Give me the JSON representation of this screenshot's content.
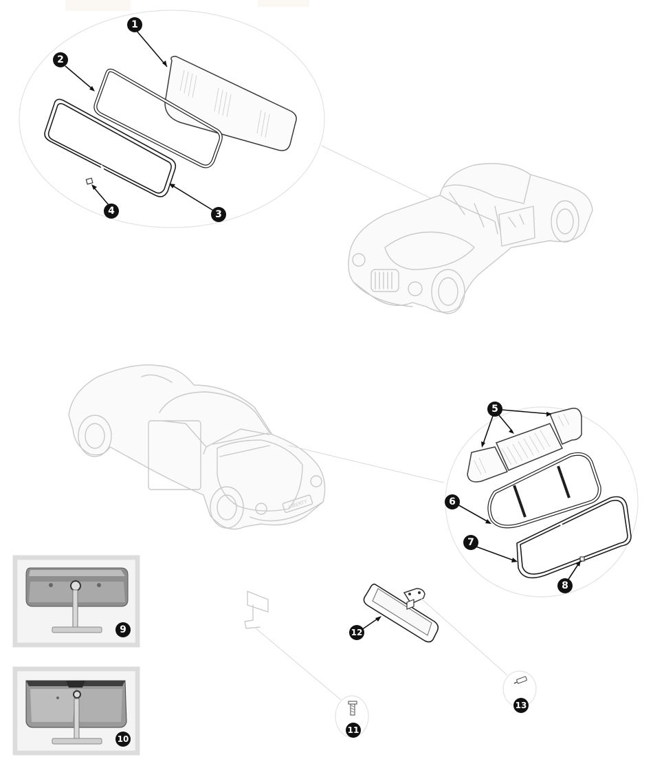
{
  "callouts": [
    {
      "id": "callout-1",
      "label": "1"
    },
    {
      "id": "callout-2",
      "label": "2"
    },
    {
      "id": "callout-3",
      "label": "3"
    },
    {
      "id": "callout-4",
      "label": "4"
    },
    {
      "id": "callout-5",
      "label": "5"
    },
    {
      "id": "callout-6",
      "label": "6"
    },
    {
      "id": "callout-7",
      "label": "7"
    },
    {
      "id": "callout-8",
      "label": "8"
    },
    {
      "id": "callout-9",
      "label": "9"
    },
    {
      "id": "callout-10",
      "label": "10"
    },
    {
      "id": "callout-11",
      "label": "11"
    },
    {
      "id": "callout-12",
      "label": "12"
    },
    {
      "id": "callout-13",
      "label": "13"
    }
  ],
  "plate_text": "LIBERTY",
  "colors": {
    "callout_fill": "#111111",
    "ghost_line": "#c9c9c9",
    "part_line": "#1e1e1e",
    "frame": "#dcdcdc"
  }
}
